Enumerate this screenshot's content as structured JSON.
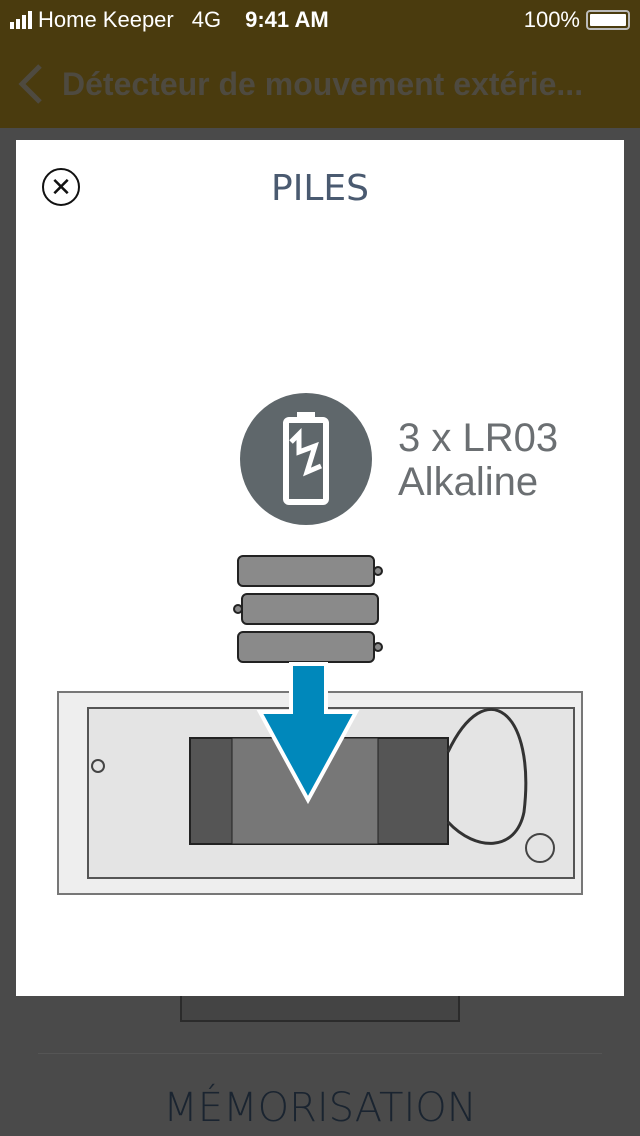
{
  "status_bar": {
    "carrier": "Home Keeper",
    "network": "4G",
    "time": "9:41 AM",
    "battery": "100%"
  },
  "nav": {
    "title": "Détecteur de mouvement extérie..."
  },
  "background": {
    "section_title": "MÉMORISATION"
  },
  "modal": {
    "title": "PILES",
    "battery_spec_line1": "3 x LR03",
    "battery_spec_line2": "Alkaline"
  },
  "colors": {
    "nav_bg": "#4a3b0e",
    "arrow": "#0088bb",
    "icon_circle": "#5f676b"
  }
}
